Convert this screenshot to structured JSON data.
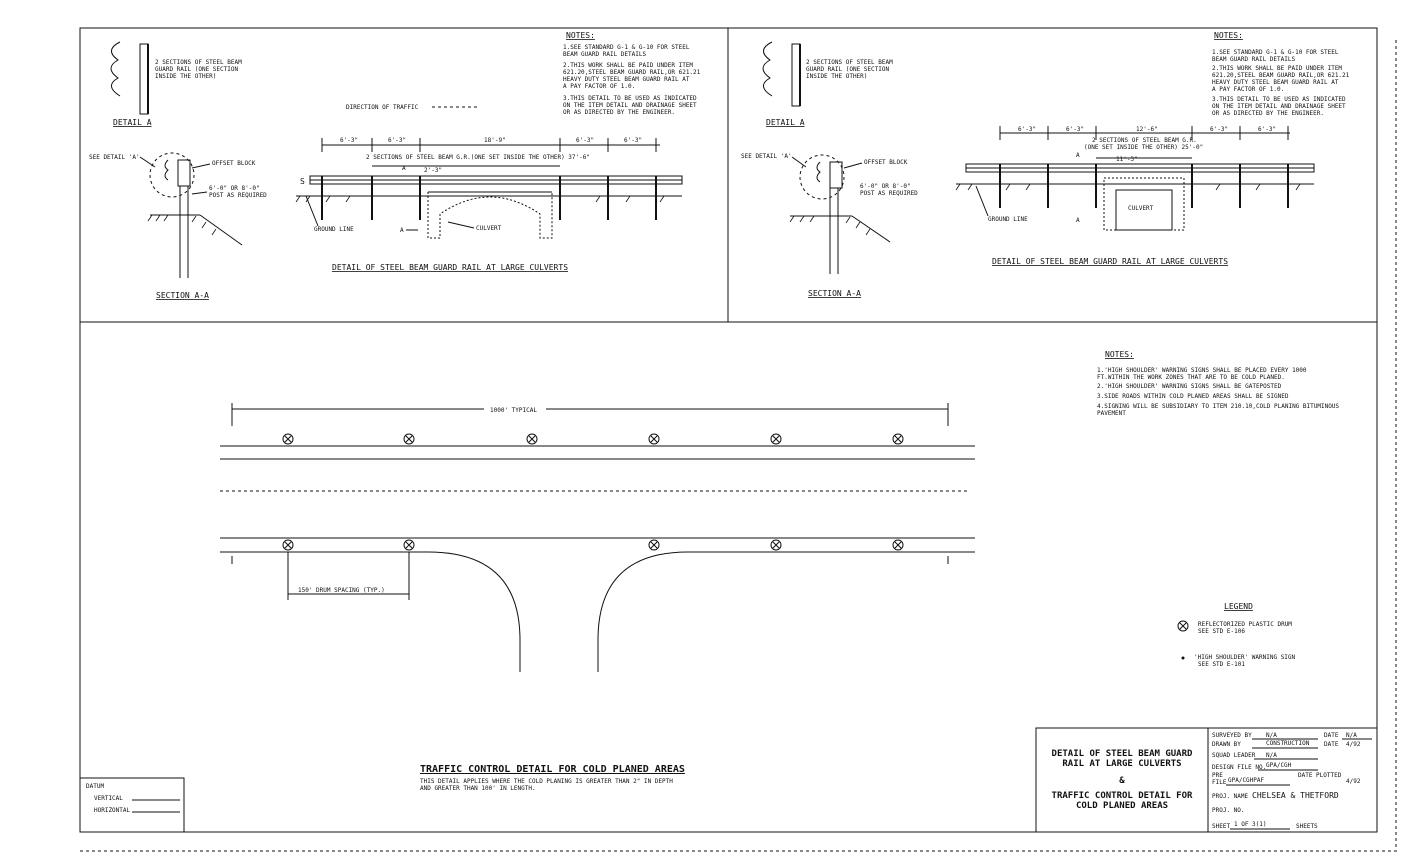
{
  "left_panel": {
    "detail_a_note": [
      "2 SECTIONS OF STEEL BEAM",
      "GUARD RAIL (ONE SECTION",
      "INSIDE THE OTHER)"
    ],
    "detail_a_title": "DETAIL A",
    "see_detail": "SEE DETAIL 'A'",
    "offset_block": "OFFSET BLOCK",
    "post_note": [
      "6'-0\" OR 8'-0\"",
      "POST AS REQUIRED"
    ],
    "section_title": "SECTION A-A",
    "direction": "DIRECTION OF TRAFFIC",
    "dims": [
      "6'-3\"",
      "6'-3\"",
      "18'-9\"",
      "6'-3\"",
      "6'-3\""
    ],
    "beam_note": "2 SECTIONS OF STEEL BEAM G.R.(ONE SET INSIDE THE OTHER) 37'-6\"",
    "sub_dim": "2'-3\"",
    "culvert": "CULVERT",
    "ground_line": "GROUND LINE",
    "detail_title": "DETAIL OF STEEL BEAM GUARD RAIL AT LARGE CULVERTS",
    "notes_title": "NOTES:",
    "notes": [
      "1.SEE STANDARD G-1 & G-10 FOR STEEL",
      "  BEAM GUARD RAIL DETAILS",
      "2.THIS WORK SHALL BE PAID UNDER ITEM",
      "  621.20,STEEL BEAM GUARD RAIL,OR 621.21",
      "  HEAVY DUTY STEEL BEAM GUARD RAIL AT",
      "  A PAY FACTOR OF 1.0.",
      "3.THIS DETAIL TO BE USED AS INDICATED",
      "  ON THE ITEM DETAIL AND DRAINAGE SHEET",
      "  OR AS DIRECTED BY THE ENGINEER."
    ]
  },
  "right_panel": {
    "detail_a_note": [
      "2 SECTIONS OF STEEL BEAM",
      "GUARD RAIL (ONE SECTION",
      "INSIDE THE OTHER)"
    ],
    "detail_a_title": "DETAIL A",
    "see_detail": "SEE DETAIL 'A'",
    "offset_block": "OFFSET BLOCK",
    "post_note": [
      "6'-0\" OR 8'-0\"",
      "POST AS REQUIRED"
    ],
    "section_title": "SECTION A-A",
    "dims": [
      "6'-3\"",
      "6'-3\"",
      "12'-6\"",
      "6'-3\"",
      "6'-3\""
    ],
    "beam_note": [
      "2 SECTIONS OF STEEL BEAM G.R.",
      "(ONE SET INSIDE THE OTHER) 25'-0\""
    ],
    "sub_dim": "11'-3\"",
    "culvert": "CULVERT",
    "ground_line": "GROUND LINE",
    "detail_title": "DETAIL OF STEEL BEAM GUARD RAIL AT LARGE CULVERTS",
    "notes_title": "NOTES:",
    "notes": [
      "1.SEE STANDARD G-1 & G-10 FOR STEEL",
      "  BEAM GUARD RAIL DETAILS",
      "2.THIS WORK SHALL BE PAID UNDER ITEM",
      "  621.20,STEEL BEAM GUARD RAIL,OR 621.21",
      "  HEAVY DUTY STEEL BEAM GUARD RAIL AT",
      "  A PAY FACTOR OF 1.0.",
      "3.THIS DETAIL TO BE USED AS INDICATED",
      "  ON THE ITEM DETAIL AND DRAINAGE SHEET",
      "  OR AS DIRECTED BY THE ENGINEER."
    ]
  },
  "traffic": {
    "typical": "1000' TYPICAL",
    "drum_spacing": "150' DRUM SPACING (TYP.)",
    "title": "TRAFFIC CONTROL DETAIL FOR COLD PLANED AREAS",
    "subtitle": [
      "THIS DETAIL APPLIES WHERE THE COLD PLANING IS GREATER THAN 2\" IN DEPTH",
      "AND GREATER THAN 100' IN LENGTH."
    ],
    "notes_title": "NOTES:",
    "notes": [
      "1.'HIGH SHOULDER' WARNING SIGNS SHALL BE  PLACED EVERY 1000",
      "  FT.WITHIN THE WORK ZONES THAT ARE TO BE COLD PLANED.",
      "2.'HIGH SHOULDER' WARNING SIGNS SHALL BE GATEPOSTED",
      "3.SIDE ROADS WITHIN COLD PLANED AREAS SHALL BE SIGNED",
      "4.SIGNING WILL BE SUBSIDIARY TO ITEM 210.10,COLD PLANING BITUMINOUS",
      "  PAVEMENT"
    ],
    "legend_title": "LEGEND",
    "legend_drum": [
      "REFLECTORIZED PLASTIC DRUM",
      "SEE STD E-106"
    ],
    "legend_sign": [
      "'HIGH SHOULDER' WARNING SIGN",
      "SEE STD E-101"
    ]
  },
  "datum": {
    "title": "DATUM",
    "vertical": "VERTICAL",
    "horizontal": "HORIZONTAL"
  },
  "title_block": {
    "title1": [
      "DETAIL OF STEEL BEAM GUARD",
      "RAIL AT LARGE CULVERTS"
    ],
    "amp": "&",
    "title2": [
      "TRAFFIC CONTROL DETAIL FOR",
      "COLD PLANED AREAS"
    ],
    "rows": {
      "surveyed_label": "SURVEYED BY",
      "surveyed": "N/A",
      "date_label": "DATE",
      "date1": "N/A",
      "drawn_label": "DRAWN BY",
      "drawn": "CONSTRUCTION",
      "date2_label": "DATE",
      "date2": "4/92",
      "squad_label": "SQUAD LEADER",
      "squad": "N/A",
      "design_label": "DESIGN FILE NO.",
      "design": "GPA/CGH",
      "pre_label": "PRE",
      "file_label": "FILE",
      "file": "GPA/CGHPAF",
      "plotted_label": "DATE PLOTTED",
      "plotted": "4/92",
      "proj_label": "PROJ. NAME",
      "proj": "CHELSEA & THETFORD",
      "projno_label": "PROJ. NO.",
      "sheet_label": "SHEET",
      "sheet": "1 OF 3(1)",
      "sheets_label": "SHEETS"
    }
  }
}
